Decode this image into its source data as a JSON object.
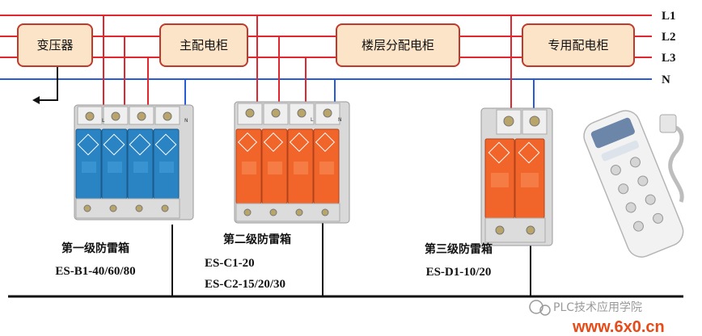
{
  "lines": {
    "l1": "L1",
    "l2": "L2",
    "l3": "L3",
    "n": "N"
  },
  "boxes": {
    "transformer": "变压器",
    "main_cabinet": "主配电柜",
    "floor_cabinet": "楼层分配电柜",
    "special_cabinet": "专用配电柜"
  },
  "levels": {
    "level1": {
      "name": "第一级防雷箱",
      "model": "ES-B1-40/60/80"
    },
    "level2": {
      "name": "第二级防雷箱",
      "model_a": "ES-C1-20",
      "model_b": "ES-C2-15/20/30"
    },
    "level3": {
      "name": "第三级防雷箱",
      "model": "ES-D1-10/20"
    }
  },
  "terminal_marks": {
    "l": "L",
    "n": "N"
  },
  "watermark": {
    "text": "PLC技术应用学院",
    "site": "www.6x0.cn"
  },
  "colors": {
    "red_line": "#e0262e",
    "blue_line": "#2a5bd7",
    "box_fill": "#fbe4c8",
    "box_border": "#c0392b",
    "blue_module": "#2a84c4",
    "orange_module": "#f2652a"
  }
}
